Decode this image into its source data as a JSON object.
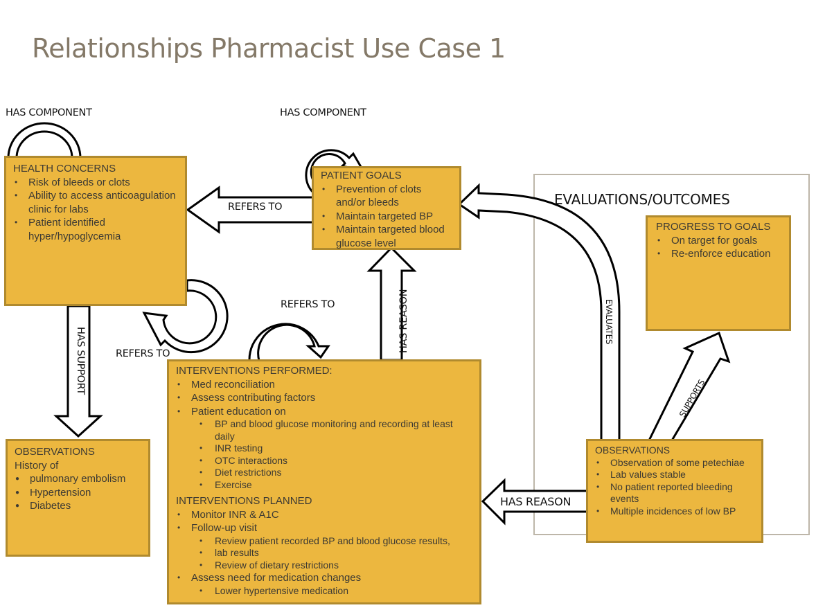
{
  "title": "Relationships Pharmacist Use Case  1",
  "colors": {
    "box_fill": "#ecb73f",
    "box_border": "#b08a2e",
    "title": "#847968",
    "frame": "#bdb6a9"
  },
  "evaluations_group": {
    "title": "EVALUATIONS/OUTCOMES"
  },
  "relations": {
    "hc_has_component": "HAS COMPONENT",
    "pg_has_component": "HAS COMPONENT",
    "pg_refers_to_hc": "REFERS TO",
    "hc_refers_to_self": "REFERS TO",
    "ip_refers_to_self": "REFERS TO",
    "ip_has_reason_pg": "HAS REASON",
    "hc_has_support": "HAS SUPPORT",
    "obs_evaluates_pg": "EVALUATES",
    "obs_supports_progress": "SUPPORTS",
    "obs_has_reason_ip": "HAS REASON"
  },
  "boxes": {
    "health_concerns": {
      "heading": "HEALTH CONCERNS",
      "items": [
        "Risk of bleeds or clots",
        "Ability to  access anticoagulation clinic for labs",
        "Patient identified hyper/hypoglycemia"
      ]
    },
    "patient_goals": {
      "heading": "PATIENT GOALS",
      "items": [
        "Prevention of clots and/or bleeds",
        "Maintain targeted BP",
        "Maintain targeted blood glucose level"
      ]
    },
    "observations_history": {
      "heading": "OBSERVATIONS",
      "subheading": "History of",
      "items": [
        "pulmonary embolism",
        "Hypertension",
        "Diabetes"
      ]
    },
    "interventions": {
      "performed_heading": "INTERVENTIONS PERFORMED:",
      "performed": [
        {
          "text": "Med reconciliation"
        },
        {
          "text": "Assess contributing factors"
        },
        {
          "text": "Patient education on"
        }
      ],
      "education_items": [
        "BP and blood glucose monitoring and recording at least daily",
        "INR testing",
        "OTC interactions",
        "Diet restrictions",
        "Exercise"
      ],
      "planned_heading": "INTERVENTIONS PLANNED",
      "planned_1": "Monitor INR & A1C",
      "planned_2": "Follow-up visit",
      "followup_items": [
        "Review patient recorded BP and blood glucose results,",
        "lab results",
        "Review of dietary restrictions"
      ],
      "planned_3": "Assess need for medication changes",
      "medication_items": [
        "Lower hypertensive medication"
      ]
    },
    "progress_to_goals": {
      "heading": "PROGRESS TO GOALS",
      "items": [
        "On target for goals",
        "Re-enforce education"
      ]
    },
    "observations_current": {
      "heading": "OBSERVATIONS",
      "items": [
        "Observation of some petechiae",
        "Lab values stable",
        "No patient reported bleeding events",
        "Multiple incidences of low BP"
      ]
    }
  }
}
